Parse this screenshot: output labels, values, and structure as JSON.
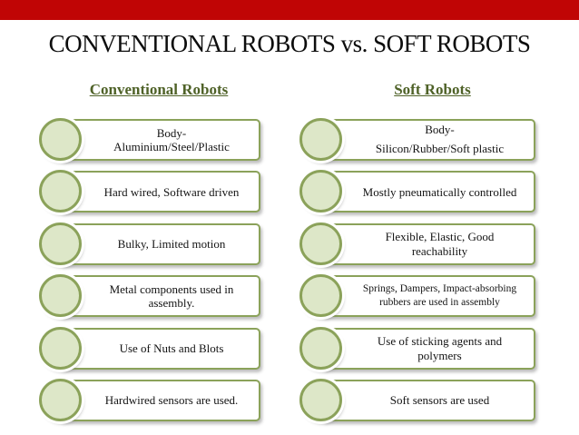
{
  "slide": {
    "title": "CONVENTIONAL ROBOTS vs. SOFT ROBOTS",
    "colors": {
      "accent_bar": "#c00505",
      "shape_border_green": "#8ba25a",
      "bullet_fill_green": "#dde7c8",
      "header_text_green": "#4f6228",
      "body_text": "#141414",
      "background": "#ffffff"
    }
  },
  "columns": [
    {
      "header": "Conventional Robots",
      "items": [
        {
          "text": "Body-\nAluminium/Steel/Plastic"
        },
        {
          "text": "Hard wired, Software driven"
        },
        {
          "text": "Bulky, Limited motion"
        },
        {
          "text": "Metal components used in\nassembly."
        },
        {
          "text": "Use of Nuts and Blots"
        },
        {
          "text": "Hardwired sensors are used."
        }
      ]
    },
    {
      "header": "Soft Robots",
      "items": [
        {
          "text": "Body-\nSilicon/Rubber/Soft plastic"
        },
        {
          "text": "Mostly pneumatically controlled"
        },
        {
          "text": "Flexible, Elastic, Good\nreachability"
        },
        {
          "text": "Springs, Dampers, Impact-absorbing\nrubbers are used in assembly"
        },
        {
          "text": "Use of sticking agents and\npolymers"
        },
        {
          "text": "Soft sensors are used"
        }
      ]
    }
  ]
}
